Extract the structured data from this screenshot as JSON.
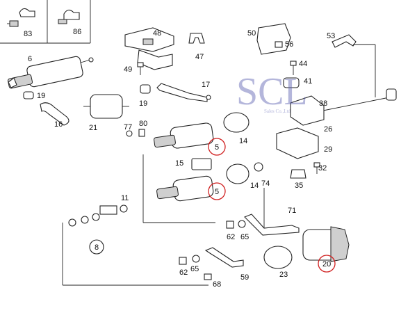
{
  "watermark": {
    "text": "SCL",
    "subtext": "Sales Co.,Ltd"
  },
  "accent_color": "#d02020",
  "callouts": {
    "n83": "83",
    "n86": "86",
    "n6": "6",
    "n48": "48",
    "n47": "47",
    "n49": "49",
    "n50": "50",
    "n56": "56",
    "n53": "53",
    "n44": "44",
    "n41": "41",
    "n38": "38",
    "n26": "26",
    "n29": "29",
    "n32": "32",
    "n35": "35",
    "n19a": "19",
    "n19b": "19",
    "n17": "17",
    "n16": "16",
    "n21": "21",
    "n77": "77",
    "n80": "80",
    "n5a": "5",
    "n14a": "14",
    "n15": "15",
    "n5b": "5",
    "n14b": "14",
    "n74": "74",
    "n11": "11",
    "n8": "8",
    "n71": "71",
    "n62a": "62",
    "n65a": "65",
    "n20": "20",
    "n62b": "62",
    "n65b": "65",
    "n68": "68",
    "n59": "59",
    "n23": "23"
  },
  "highlighted": [
    "5",
    "5",
    "20"
  ]
}
